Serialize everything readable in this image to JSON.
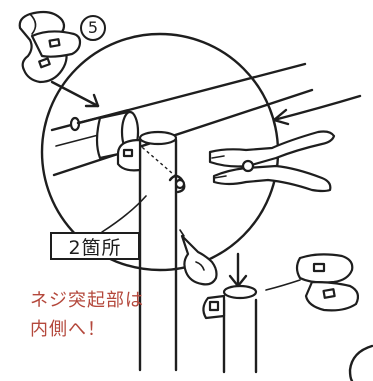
{
  "step": {
    "number": "5"
  },
  "count_label": "2箇所",
  "note": {
    "line1": "ネジ突起部は",
    "line2": "内側へ！"
  },
  "colors": {
    "ink": "#1e1e1e",
    "note_red": "#b4483c",
    "background": "#ffffff"
  },
  "icons": [
    "clamp-part-icon",
    "pliers-icon",
    "pointing-hand-icon",
    "pipe-icon",
    "bolt-icon",
    "nut-icon"
  ]
}
